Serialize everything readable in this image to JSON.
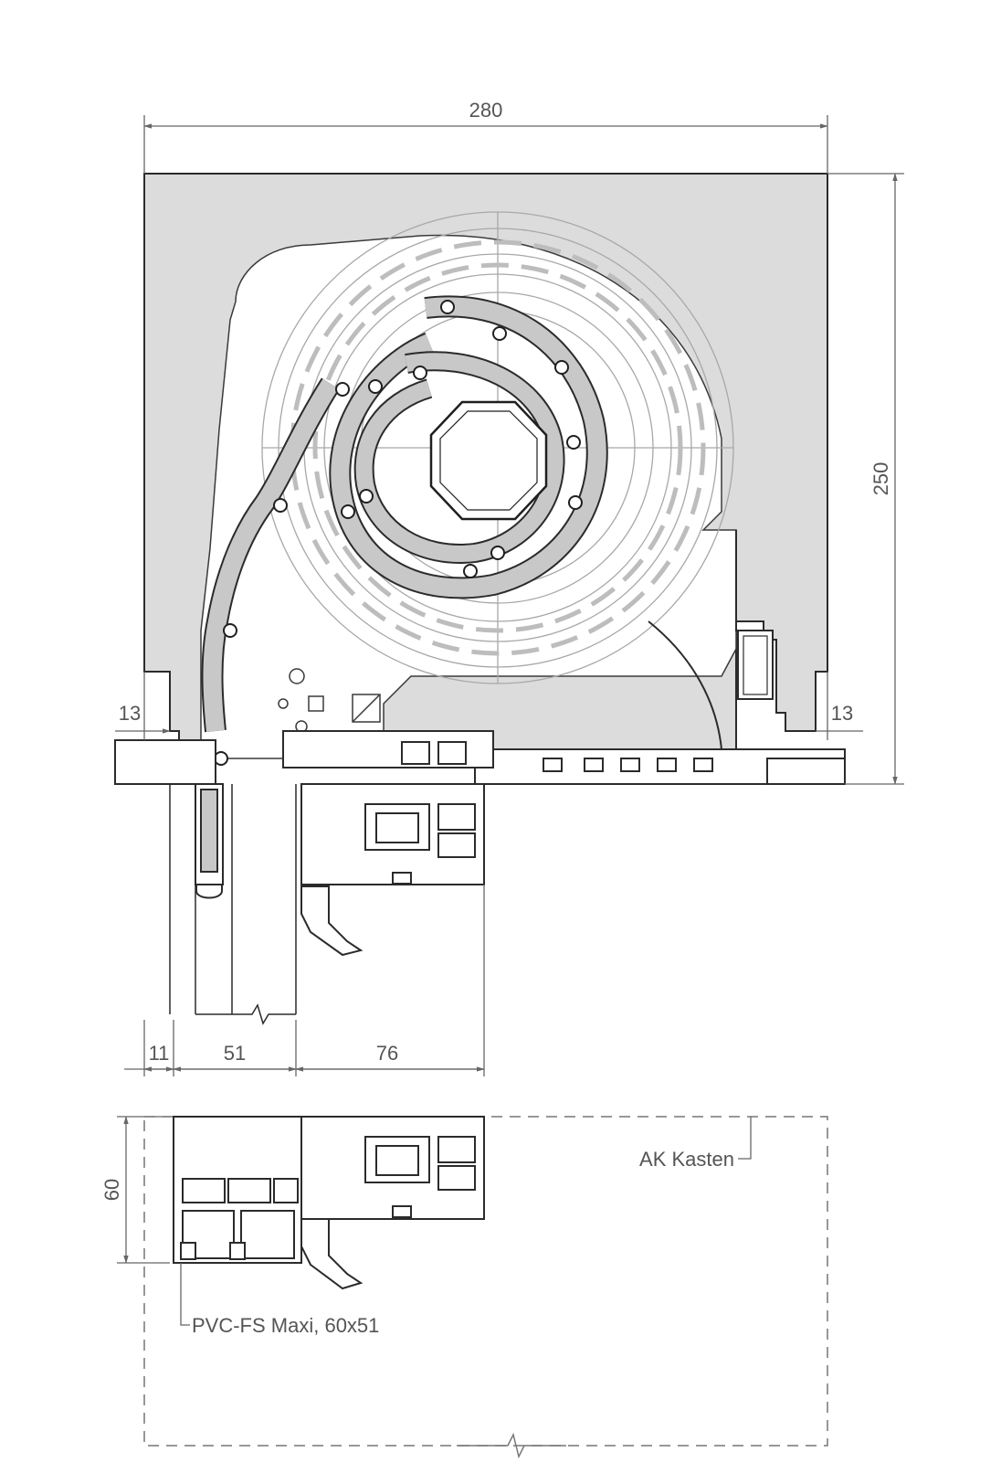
{
  "dimensions": {
    "box_width": "280",
    "box_height": "250",
    "left_offset": "13",
    "right_offset": "13",
    "bottom_a": "11",
    "bottom_b": "51",
    "bottom_c": "76",
    "section_height": "60"
  },
  "labels": {
    "ak_kasten": "AK Kasten",
    "profile": "PVC-FS Maxi, 60x51"
  },
  "colors": {
    "box_fill": "#dcdcdc",
    "line": "#2b2b2b",
    "light_line": "#9a9a9a",
    "slat_fill": "#c8c8c8",
    "dim_line": "#666666"
  }
}
